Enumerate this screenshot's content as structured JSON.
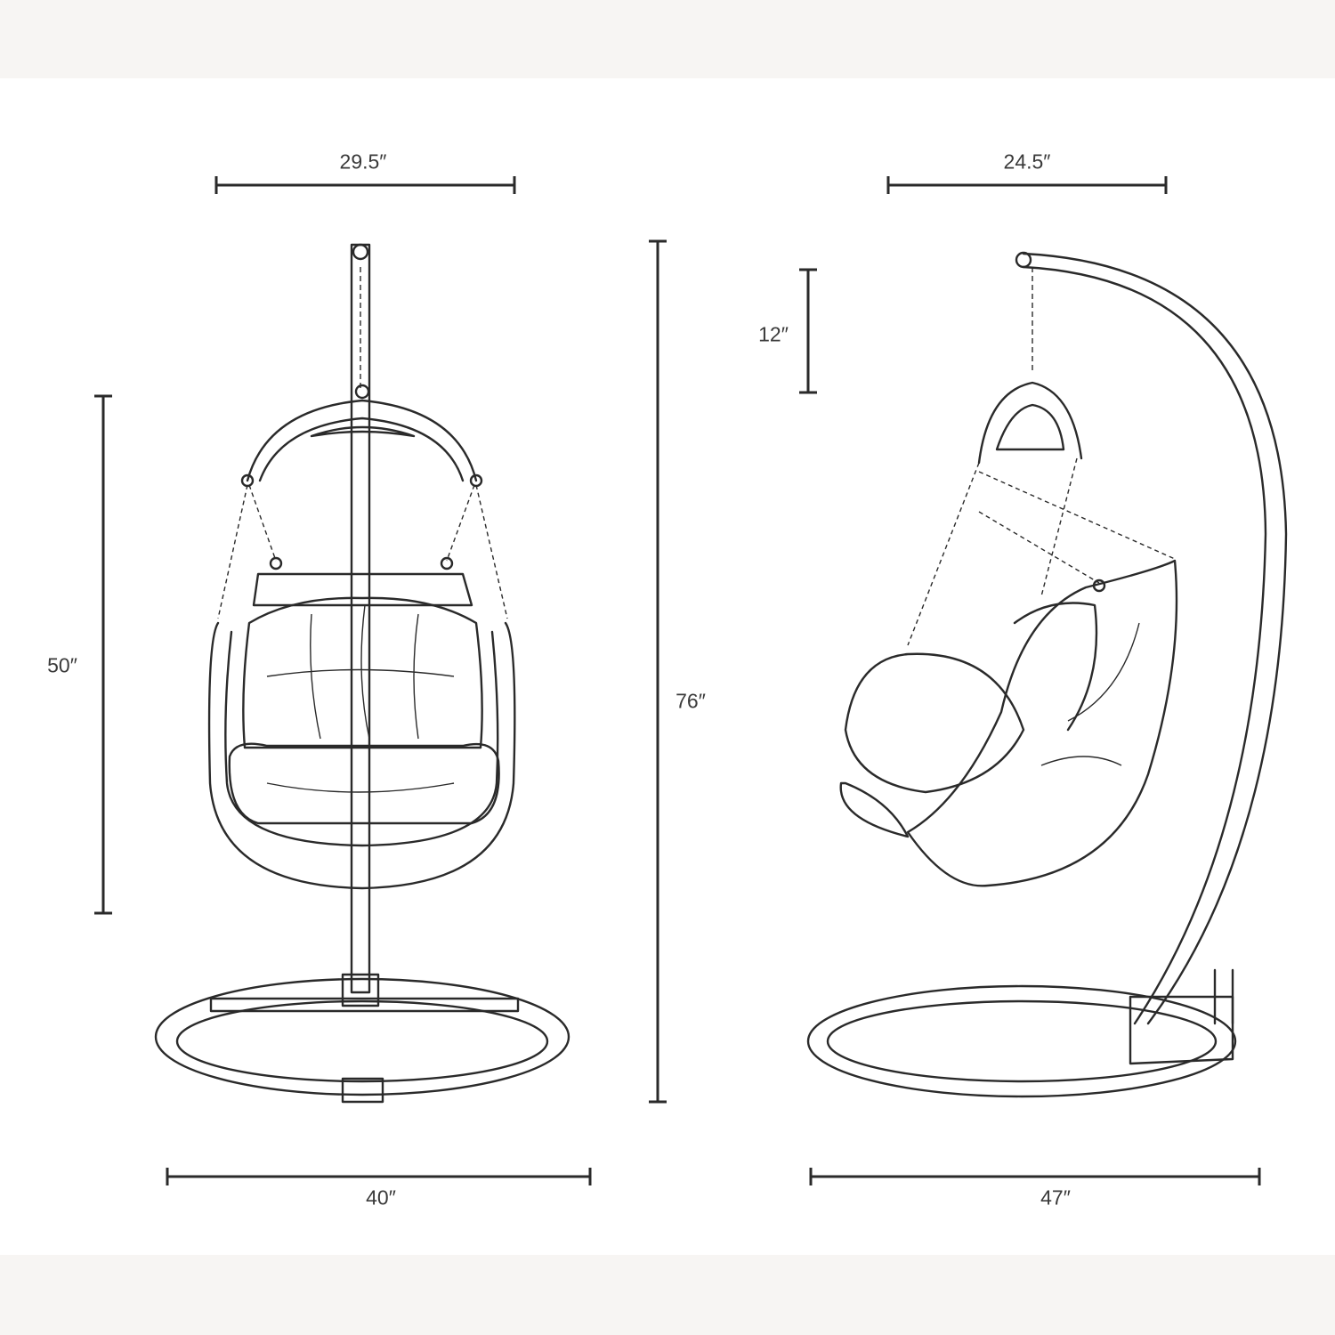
{
  "front_view": {
    "top_width": "29.5″",
    "chair_height": "50″",
    "total_height": "76″",
    "base_width": "40″"
  },
  "side_view": {
    "top_width": "24.5″",
    "chain_length": "12″",
    "base_depth": "47″"
  },
  "colors": {
    "line": "#2a2a2a",
    "band": "#f7f5f3",
    "background": "#ffffff"
  }
}
